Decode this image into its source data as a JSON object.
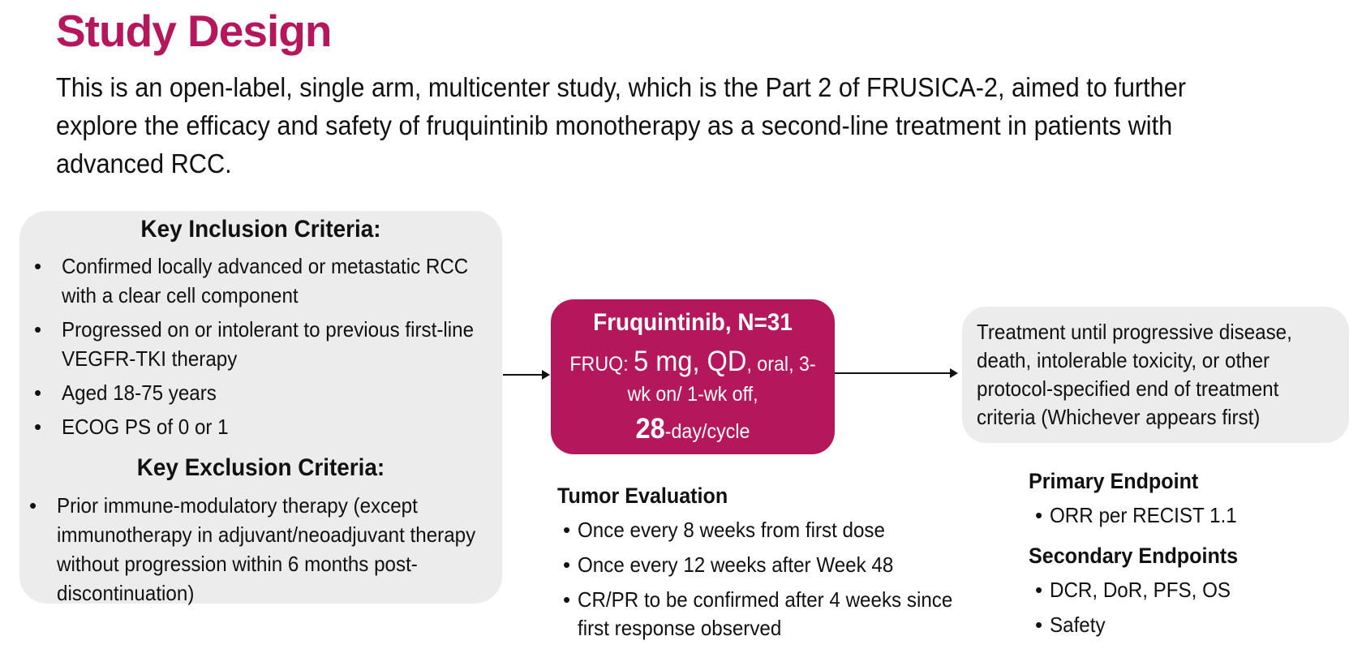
{
  "title": "Study Design",
  "intro_lines": [
    "This is an open-label,  single arm, multicenter study, which is the Part 2 of  FRUSICA-2,  aimed to further",
    "explore the efficacy and safety of fruquintinib monotherapy as a second-line treatment in patients with",
    "advanced RCC."
  ],
  "inclusion": {
    "heading": "Key Inclusion Criteria:",
    "items": [
      [
        "Confirmed locally advanced or metastatic RCC",
        "with a clear cell component"
      ],
      [
        "Progressed on or intolerant to previous first-line",
        "VEGFR-TKI therapy"
      ],
      [
        "Aged 18-75 years"
      ],
      [
        "ECOG PS of 0 or 1"
      ]
    ]
  },
  "exclusion": {
    "heading": "Key Exclusion Criteria:",
    "items": [
      [
        "Prior immune-modulatory therapy (except",
        "immunotherapy in adjuvant/neoadjuvant therapy",
        "without progression within 6 months post-",
        "discontinuation)"
      ]
    ]
  },
  "treatment": {
    "name": "Fruquintinib, N=31",
    "dose_prefix": "FRUQ: ",
    "dose_big": "5 mg, QD",
    "dose_suffix": ", oral, 3-",
    "dose_line2": "wk on/ 1-wk off,",
    "cycle_big": "28",
    "cycle_suffix": "-day/cycle"
  },
  "outcome": {
    "lines": [
      "Treatment until progressive disease,",
      "death, intolerable toxicity, or other",
      "protocol-specified end of treatment",
      "criteria (Whichever appears first)"
    ]
  },
  "tumor_evaluation": {
    "heading": "Tumor Evaluation",
    "items": [
      [
        "Once every 8 weeks from first dose"
      ],
      [
        "Once every 12 weeks after Week 48"
      ],
      [
        "CR/PR to be confirmed after 4 weeks since",
        "first response observed"
      ]
    ]
  },
  "primary_endpoint": {
    "heading": "Primary Endpoint",
    "items": [
      [
        "ORR per RECIST 1.1"
      ]
    ]
  },
  "secondary_endpoints": {
    "heading": "Secondary Endpoints",
    "items": [
      [
        "DCR, DoR, PFS, OS"
      ],
      [
        "Safety"
      ]
    ]
  },
  "colors": {
    "accent": "#b5175d",
    "panel": "#ececec",
    "text": "#111111"
  }
}
